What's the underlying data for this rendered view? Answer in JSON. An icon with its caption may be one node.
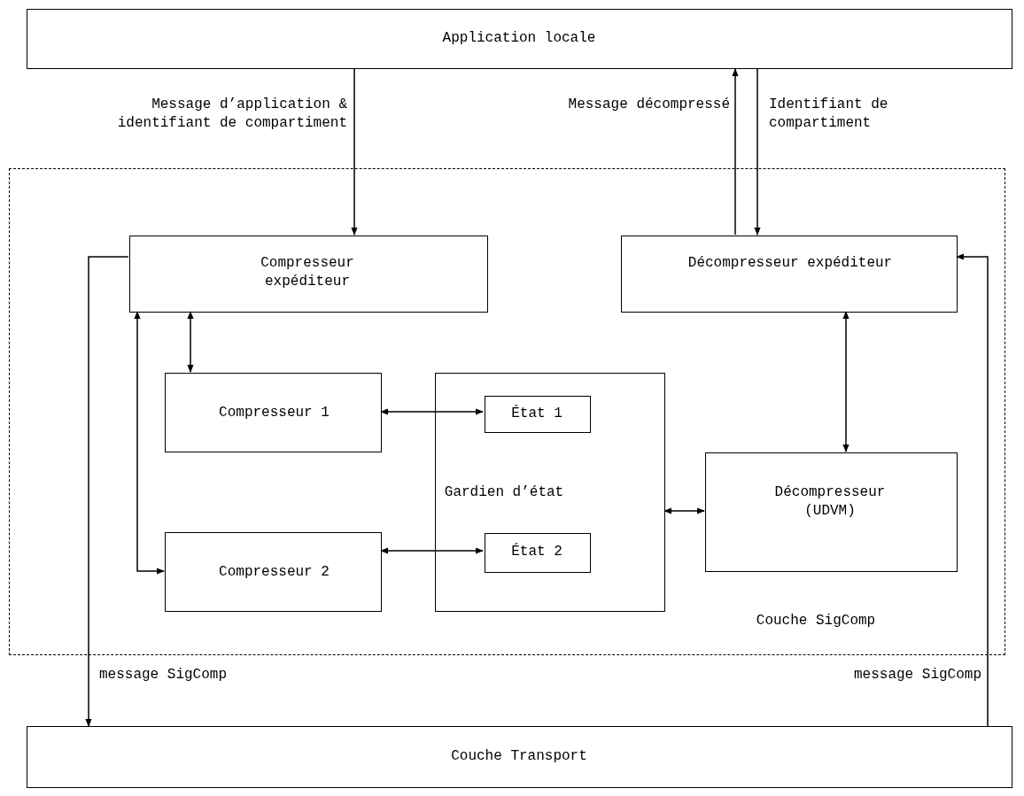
{
  "diagram": {
    "nodes": [
      {
        "text": [
          "Application locale"
        ]
      },
      {
        "text": [
          "Couche SigComp"
        ]
      },
      {
        "text": [
          "Compresseur expéditeur"
        ],
        "in": 1
      },
      {
        "text": [
          "Décompresseur expéditeur"
        ],
        "in": 1
      },
      {
        "text": [
          "Compresseur 1"
        ],
        "in": 1
      },
      {
        "text": [
          "Gardien d’état"
        ],
        "in": 1
      },
      {
        "text": [
          "État 1"
        ],
        "in": 5
      },
      {
        "text": [
          "Décompresseur (UDVM)"
        ],
        "in": 1
      },
      {
        "text": [
          "Compresseur 2"
        ],
        "in": 1
      },
      {
        "text": [
          "État 2"
        ],
        "in": 5
      },
      {
        "text": [
          "Couche Transport"
        ]
      }
    ],
    "edges": [
      {
        "from": 0,
        "to": 2,
        "arrow": "to",
        "label": "Message d’application & identifiant de compartiment"
      },
      {
        "from": 3,
        "to": 0,
        "arrow": "to",
        "label": "Message décompressé"
      },
      {
        "from": 0,
        "to": 3,
        "arrow": "to",
        "label": "Identifiant de compartiment"
      },
      {
        "from": 2,
        "to": 4,
        "arrow": "both"
      },
      {
        "from": 2,
        "to": 8,
        "arrow": "both"
      },
      {
        "from": 4,
        "to": 6,
        "arrow": "both"
      },
      {
        "from": 8,
        "to": 9,
        "arrow": "both"
      },
      {
        "from": 5,
        "to": 7,
        "arrow": "both"
      },
      {
        "from": 7,
        "to": 3,
        "arrow": "both"
      },
      {
        "from": 2,
        "to": 10,
        "arrow": "to",
        "label": "message SigComp"
      },
      {
        "from": 10,
        "to": 3,
        "arrow": "to",
        "label": "message SigComp"
      }
    ]
  }
}
